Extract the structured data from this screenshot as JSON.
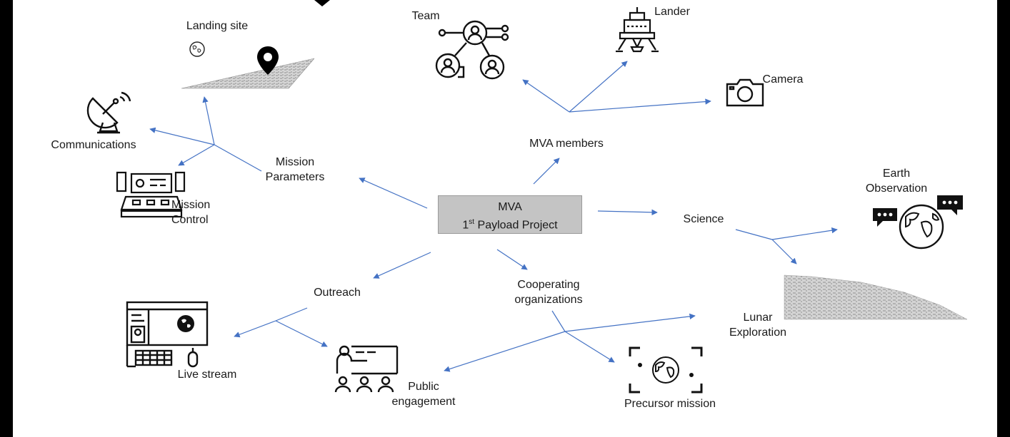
{
  "center": {
    "line1": "MVA",
    "line2_prefix": "1",
    "line2_sup": "st",
    "line2_suffix": " Payload Project"
  },
  "nodes": {
    "mission_parameters": {
      "line1": "Mission",
      "line2": "Parameters"
    },
    "mva_members": {
      "line1": "MVA members"
    },
    "science": {
      "line1": "Science"
    },
    "outreach": {
      "line1": "Outreach"
    },
    "cooperating": {
      "line1": "Cooperating",
      "line2": "organizations"
    }
  },
  "leaves": {
    "landing_site": "Landing site",
    "communications": "Communications",
    "mission_control": {
      "line1": "Mission",
      "line2": "Control"
    },
    "team": "Team",
    "lander": "Lander",
    "camera": "Camera",
    "earth_observation": {
      "line1": "Earth",
      "line2": "Observation"
    },
    "lunar_exploration": {
      "line1": "Lunar",
      "line2": "Exploration"
    },
    "live_stream": "Live stream",
    "public_engagement": {
      "line1": "Public",
      "line2": "engagement"
    },
    "precursor_mission": "Precursor mission"
  },
  "colors": {
    "connector": "#4472c4",
    "center_fill": "#c4c4c4",
    "background": "#ffffff",
    "frame": "#000000"
  }
}
